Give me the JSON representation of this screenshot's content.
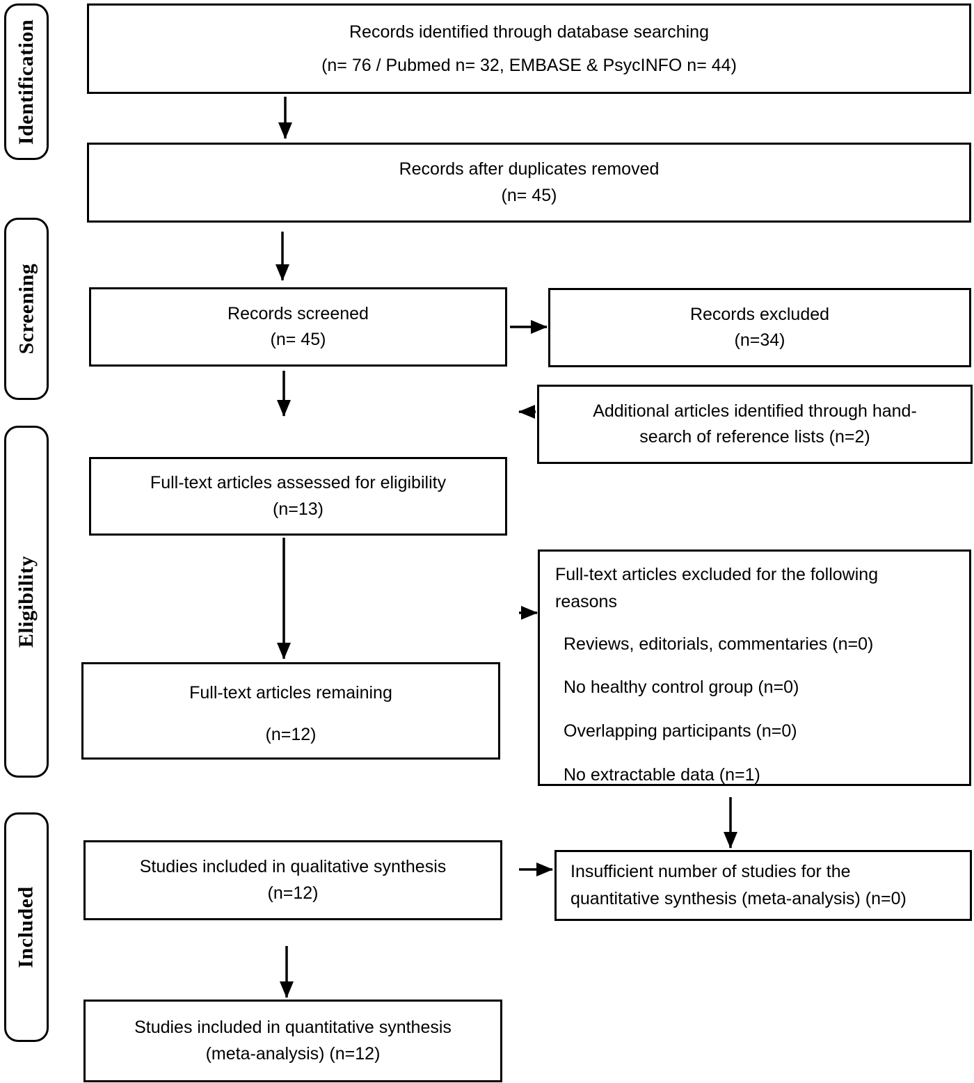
{
  "colors": {
    "line": "#000000",
    "background": "#ffffff",
    "text": "#000000"
  },
  "sidebar": {
    "stages": [
      {
        "label": "Identification"
      },
      {
        "label": "Screening"
      },
      {
        "label": "Eligibility"
      },
      {
        "label": "Included"
      }
    ]
  },
  "flow": {
    "records_identified": {
      "line1": "Records identified through database searching",
      "line2": "(n= 76 / Pubmed n= 32, EMBASE & PsycINFO n= 44)"
    },
    "duplicates_removed": {
      "line1": "Records after duplicates removed",
      "line2": "(n= 45)"
    },
    "records_screened": {
      "line1": "Records screened",
      "line2": "(n= 45)"
    },
    "records_excluded": {
      "line1": "Records excluded",
      "line2": "(n=34)"
    },
    "hand_search": {
      "line1": "Additional articles identified through hand-",
      "line2": "search of reference lists (n=2)"
    },
    "fulltext_assessed": {
      "line1": "Full-text articles assessed for eligibility",
      "line2": "(n=13)"
    },
    "fulltext_excluded": {
      "heading_line1": "Full-text articles excluded for the following",
      "heading_line2": "reasons",
      "reasons": [
        "Reviews, editorials, commentaries (n=0)",
        "No healthy control group (n=0)",
        "Overlapping participants (n=0)",
        "No extractable data (n=1)"
      ]
    },
    "fulltext_remaining": {
      "line1": "Full-text articles remaining",
      "line2": "(n=12)"
    },
    "qualitative_synthesis": {
      "line1": "Studies included in qualitative synthesis",
      "line2": "(n=12)"
    },
    "insufficient_studies": {
      "line1": "Insufficient number of studies for the",
      "line2": "quantitative synthesis (meta-analysis) (n=0)"
    },
    "quantitative_synthesis": {
      "line1": "Studies included in quantitative synthesis",
      "line2": "(meta-analysis) (n=12)"
    }
  }
}
